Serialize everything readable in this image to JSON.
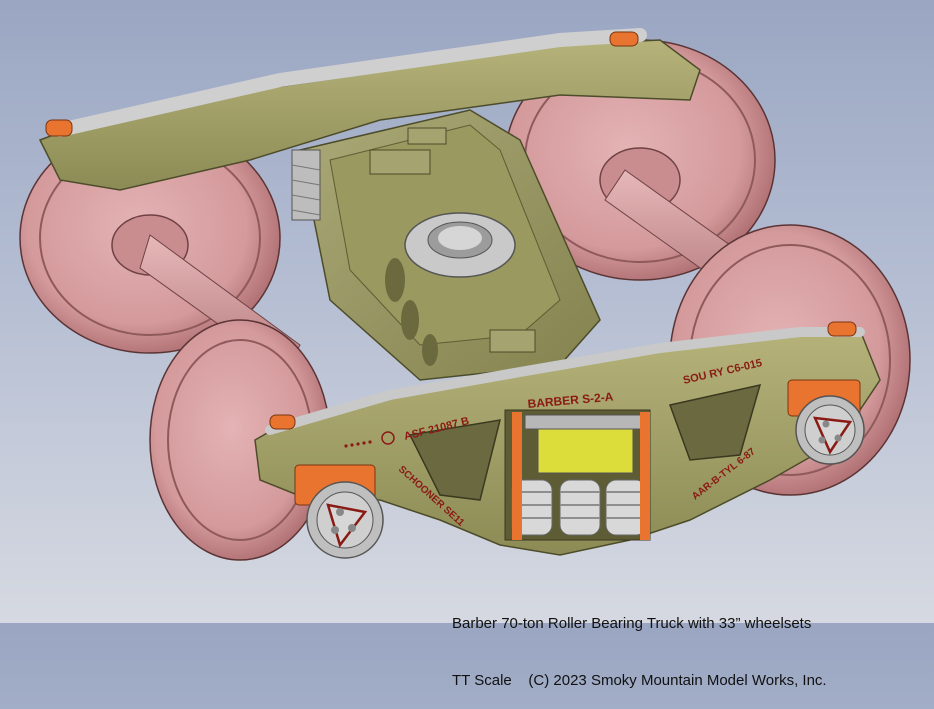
{
  "scene": {
    "subject": "3D CAD render of a model railroad truck",
    "colors": {
      "background_top": "#9aa6c2",
      "background_bottom": "#d6d9e1",
      "wheel": "#d9a2a4",
      "wheel_dark": "#b9777a",
      "frame": "#a8a66a",
      "frame_dark": "#7c7a45",
      "bolster": "#9c9b67",
      "spring": "#d8d8d8",
      "bearing_adapter": "#e8742f",
      "wedge_yellow": "#dcdc3a",
      "marking": "#8a1a14"
    },
    "markings": {
      "barber": "BARBER S-2-A",
      "asf": "ASF 21087 B",
      "sou_ry": "SOU RY C6-015",
      "aar": "AAR-B-TYL 6-87",
      "scored": "SCHOONER SE11"
    }
  },
  "caption": {
    "line1": "Barber 70-ton Roller Bearing Truck with 33” wheelsets",
    "line2": "TT Scale    (C) 2023 Smoky Mountain Model Works, Inc."
  }
}
